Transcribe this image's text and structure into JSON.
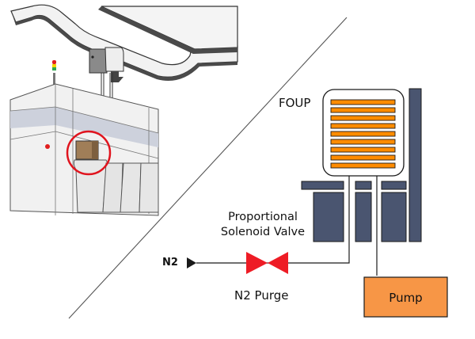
{
  "labels": {
    "foup": "FOUP",
    "valve_line1": "Proportional",
    "valve_line2": "Solenoid Valve",
    "n2_source": "N2",
    "n2_purge": "N2 Purge",
    "pump": "Pump"
  },
  "illustration": {
    "subject": "Overhead hoist transport delivering FOUP to load port on semiconductor tool",
    "highlight": "red-circle-around-foup-on-load-port"
  },
  "colors": {
    "wafer": "#ff8c00",
    "valve": "#ee1c25",
    "pump": "#f79646",
    "stage_block": "#4a5570",
    "foup_box": "#ffffff",
    "highlight_circle": "#e0141e",
    "foup_carrier": "#a07e58",
    "tool_band": "#cdd1dc"
  },
  "wafer_count": 9
}
